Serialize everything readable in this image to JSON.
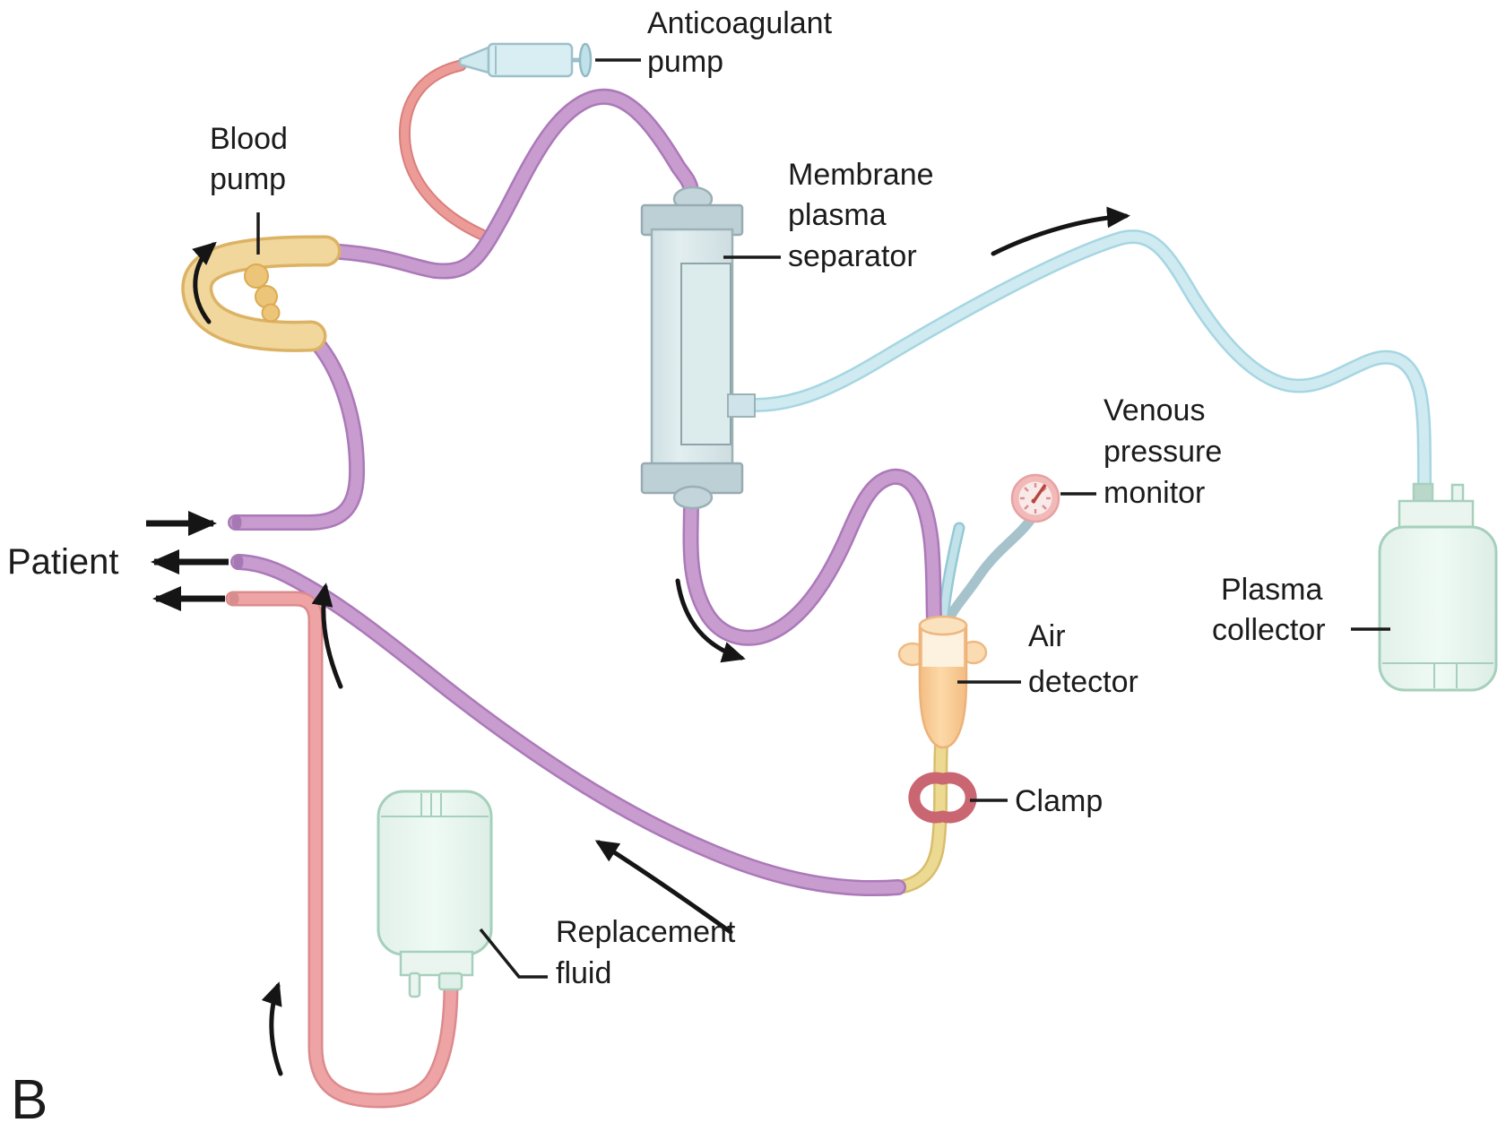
{
  "figure": {
    "panel_letter": "B"
  },
  "labels": {
    "patient": "Patient",
    "blood_pump": {
      "line1": "Blood",
      "line2": "pump"
    },
    "anticoagulant_pump": {
      "line1": "Anticoagulant",
      "line2": "pump"
    },
    "membrane_plasma_separator": {
      "line1": "Membrane",
      "line2": "plasma",
      "line3": "separator"
    },
    "venous_pressure_monitor": {
      "line1": "Venous",
      "line2": "pressure",
      "line3": "monitor"
    },
    "plasma_collector": {
      "line1": "Plasma",
      "line2": "collector"
    },
    "air_detector": {
      "line1": "Air",
      "line2": "detector"
    },
    "clamp": "Clamp",
    "replacement_fluid": {
      "line1": "Replacement",
      "line2": "fluid"
    }
  },
  "components": [
    "patient-access",
    "blood-pump",
    "anticoagulant-pump",
    "membrane-plasma-separator",
    "venous-pressure-monitor",
    "plasma-collector",
    "air-detector",
    "clamp",
    "replacement-fluid"
  ],
  "colors": {
    "blood_tubing": "#c89ccf",
    "blood_tubing_outline": "#ab79b8",
    "plasma_tubing": "#cfeaf0",
    "plasma_tubing_outline": "#a5d6e2",
    "replacement_tubing": "#eea3a4",
    "anticoagulant_tubing": "#ec9b96",
    "pump_segment": "#f1d79b",
    "separator_body": "#d8e7e9",
    "separator_caps": "#bdd0d5",
    "air_detector": "#f8cc96",
    "clamp": "#c96671",
    "gauge": "#f2b9b9",
    "bottle": "#ebf5f0",
    "bottle_outline": "#a6d0bc",
    "text": "#1b1b1b"
  }
}
